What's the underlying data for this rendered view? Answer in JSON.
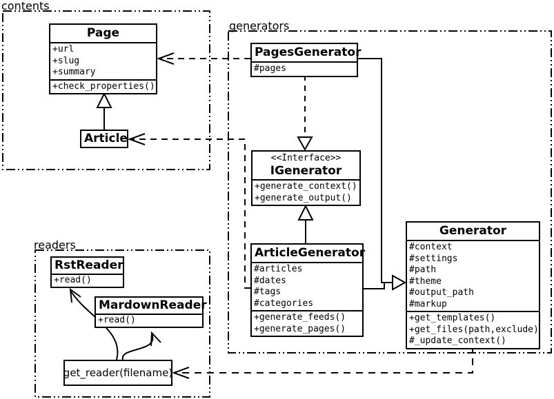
{
  "diagram": {
    "packages": {
      "contents": "contents",
      "generators": "generators",
      "readers": "readers"
    },
    "classes": {
      "page": {
        "title": "Page",
        "attrs": [
          "+url",
          "+slug",
          "+summary"
        ],
        "methods": [
          "+check_properties()"
        ]
      },
      "article": {
        "title": "Article"
      },
      "pages_generator": {
        "title": "PagesGenerator",
        "attrs": [
          "#pages"
        ]
      },
      "igenerator": {
        "stereotype": "<<Interface>>",
        "title": "IGenerator",
        "methods": [
          "+generate_context()",
          "+generate_output()"
        ]
      },
      "article_generator": {
        "title": "ArticleGenerator",
        "attrs": [
          "#articles",
          "#dates",
          "#tags",
          "#categories"
        ],
        "methods": [
          "+generate_feeds()",
          "+generate_pages()"
        ]
      },
      "generator": {
        "title": "Generator",
        "attrs": [
          "#context",
          "#settings",
          "#path",
          "#theme",
          "#output_path",
          "#markup"
        ],
        "methods": [
          "+get_templates()",
          "+get_files(path,exclude)",
          "#_update_context()"
        ]
      },
      "rst_reader": {
        "title": "RstReader",
        "methods": [
          "+read()"
        ]
      },
      "mardown_reader": {
        "title": "MardownReader",
        "methods": [
          "+read()"
        ]
      },
      "get_reader": {
        "label": "get_reader(filename)"
      }
    },
    "relationships": [
      {
        "from": "Article",
        "to": "Page",
        "type": "inheritance"
      },
      {
        "from": "PagesGenerator",
        "to": "Page",
        "type": "dependency"
      },
      {
        "from": "ArticleGenerator",
        "to": "Article",
        "type": "dependency"
      },
      {
        "from": "PagesGenerator",
        "to": "IGenerator",
        "type": "realization"
      },
      {
        "from": "ArticleGenerator",
        "to": "IGenerator",
        "type": "inheritance"
      },
      {
        "from": "PagesGenerator",
        "to": "Generator",
        "type": "inheritance"
      },
      {
        "from": "ArticleGenerator",
        "to": "Generator",
        "type": "inheritance"
      },
      {
        "from": "Generator",
        "to": "get_reader(filename)",
        "type": "dependency"
      },
      {
        "from": "get_reader(filename)",
        "to": "RstReader",
        "type": "dependency"
      },
      {
        "from": "get_reader(filename)",
        "to": "MardownReader",
        "type": "dependency"
      }
    ],
    "colors": {
      "stroke": "#000000",
      "background": "#ffffff"
    }
  }
}
